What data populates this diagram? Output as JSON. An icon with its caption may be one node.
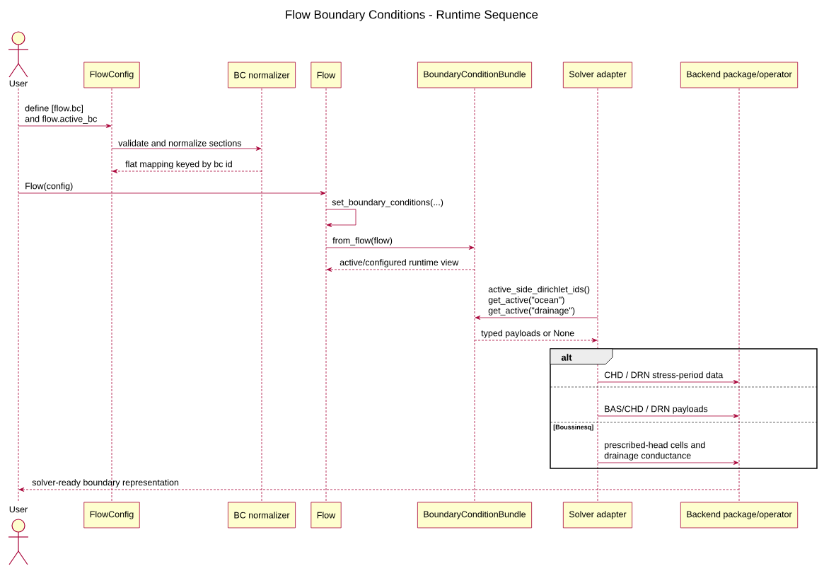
{
  "diagram": {
    "title": "Flow Boundary Conditions - Runtime Sequence",
    "nodes": [
      {
        "text": [
          "User"
        ]
      },
      {
        "text": [
          "FlowConfig"
        ]
      },
      {
        "text": [
          "BC normalizer"
        ]
      },
      {
        "text": [
          "Flow"
        ]
      },
      {
        "text": [
          "BoundaryConditionBundle"
        ]
      },
      {
        "text": [
          "Solver adapter"
        ]
      },
      {
        "text": [
          "Backend package/operator"
        ]
      },
      {
        "text": [
          "User"
        ]
      },
      {
        "text": [
          "FlowConfig"
        ]
      },
      {
        "text": [
          "BC normalizer"
        ]
      },
      {
        "text": [
          "Flow"
        ]
      },
      {
        "text": [
          "BoundaryConditionBundle"
        ]
      },
      {
        "text": [
          "Solver adapter"
        ]
      },
      {
        "text": [
          "Backend package/operator"
        ]
      },
      {
        "text": [],
        "shape": "lifeline"
      },
      {
        "text": [],
        "shape": "lifeline"
      },
      {
        "text": [],
        "shape": "lifeline"
      },
      {
        "text": [],
        "shape": "lifeline"
      },
      {
        "text": [],
        "shape": "lifeline"
      },
      {
        "text": [],
        "shape": "lifeline"
      },
      {
        "text": [],
        "shape": "lifeline"
      }
    ],
    "edges": [
      {
        "from": 14,
        "to": 15,
        "arrow": "to",
        "label": "define [flow.bc] and flow.active_bc"
      },
      {
        "from": 15,
        "to": 16,
        "arrow": "to",
        "label": "validate and normalize sections"
      },
      {
        "from": 16,
        "to": 15,
        "arrow": "to",
        "style": "dashed",
        "label": "flat mapping keyed by bc id"
      },
      {
        "from": 14,
        "to": 17,
        "arrow": "to",
        "label": "Flow(config)"
      },
      {
        "from": 17,
        "to": 17,
        "arrow": "to",
        "label": "set_boundary_conditions(...)"
      },
      {
        "from": 17,
        "to": 18,
        "arrow": "to",
        "label": "from_flow(flow)"
      },
      {
        "from": 18,
        "to": 17,
        "arrow": "to",
        "style": "dashed",
        "label": "active/configured runtime view"
      },
      {
        "from": 19,
        "to": 18,
        "arrow": "to",
        "label": "active_side_dirichlet_ids() get_active(\"ocean\") get_active(\"drainage\")"
      },
      {
        "from": 18,
        "to": 19,
        "arrow": "to",
        "style": "dashed",
        "label": "typed payloads or None"
      },
      {
        "from": 19,
        "to": 20,
        "arrow": "to",
        "label": "CHD / DRN stress-period data"
      },
      {
        "from": 19,
        "to": 20,
        "arrow": "to",
        "label": "BAS/CHD / DRN payloads"
      },
      {
        "from": 19,
        "to": 20,
        "arrow": "to",
        "label": "prescribed-head cells and drainage conductance"
      },
      {
        "from": 20,
        "to": 14,
        "arrow": "to",
        "style": "dashed",
        "label": "solver-ready boundary representation"
      }
    ],
    "labels": [
      "alt",
      "[Boussinesq]"
    ]
  }
}
